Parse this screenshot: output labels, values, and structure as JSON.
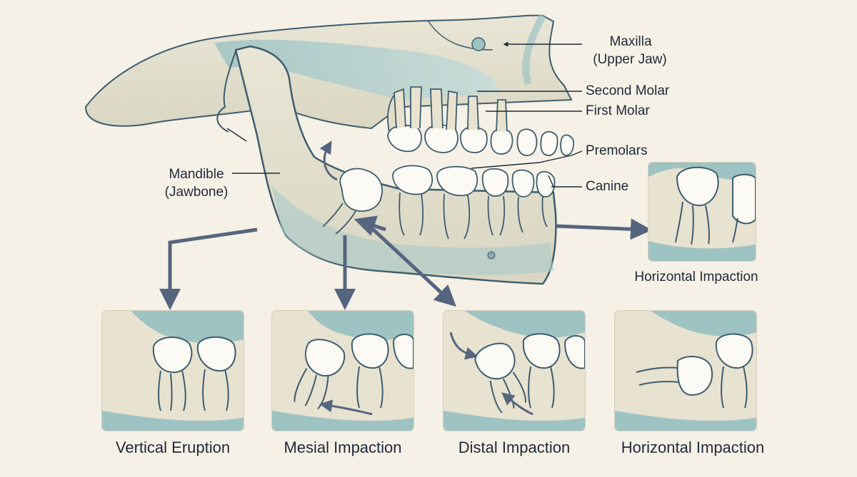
{
  "labels": {
    "maxilla": "Maxilla",
    "maxilla_sub": "(Upper Jaw)",
    "second_molar": "Second Molar",
    "first_molar": "First Molar",
    "premolars": "Premolars",
    "canine": "Canine",
    "mandible": "Mandible",
    "mandible_sub": "(Jawbone)"
  },
  "panels": {
    "top_right": "Horizontal Impaction",
    "vertical": "Vertical Eruption",
    "mesial": "Mesial Impaction",
    "distal": "Distal Impaction",
    "horizontal": "Horizontal Impaction"
  },
  "colors": {
    "background": "#f6f1e6",
    "bone": "#e6e1cf",
    "gum_teal": "#a9c9c8",
    "outline": "#3d5d6f",
    "arrow": "#5a6a85",
    "tooth": "#fbfaf4"
  }
}
